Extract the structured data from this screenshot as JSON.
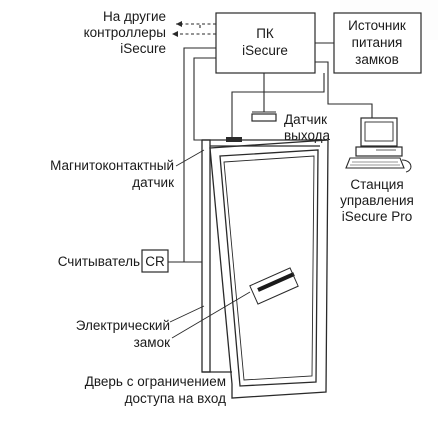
{
  "labels": {
    "other_controllers": [
      "На другие",
      "контроллеры",
      "iSecure"
    ],
    "pc": [
      "ПК",
      "iSecure"
    ],
    "power_source": [
      "Источник",
      "питания",
      "замков"
    ],
    "exit_sensor": [
      "Датчик",
      "выхода"
    ],
    "magnetic_contact": [
      "Магнитоконтактный",
      "датчик"
    ],
    "station": [
      "Станция",
      "управления",
      "iSecure Pro"
    ],
    "reader": "Считыватель",
    "reader_box": "CR",
    "electric_lock": [
      "Электрический",
      "замок"
    ],
    "door": [
      "Дверь с ограничением",
      "доступа на вход"
    ]
  }
}
